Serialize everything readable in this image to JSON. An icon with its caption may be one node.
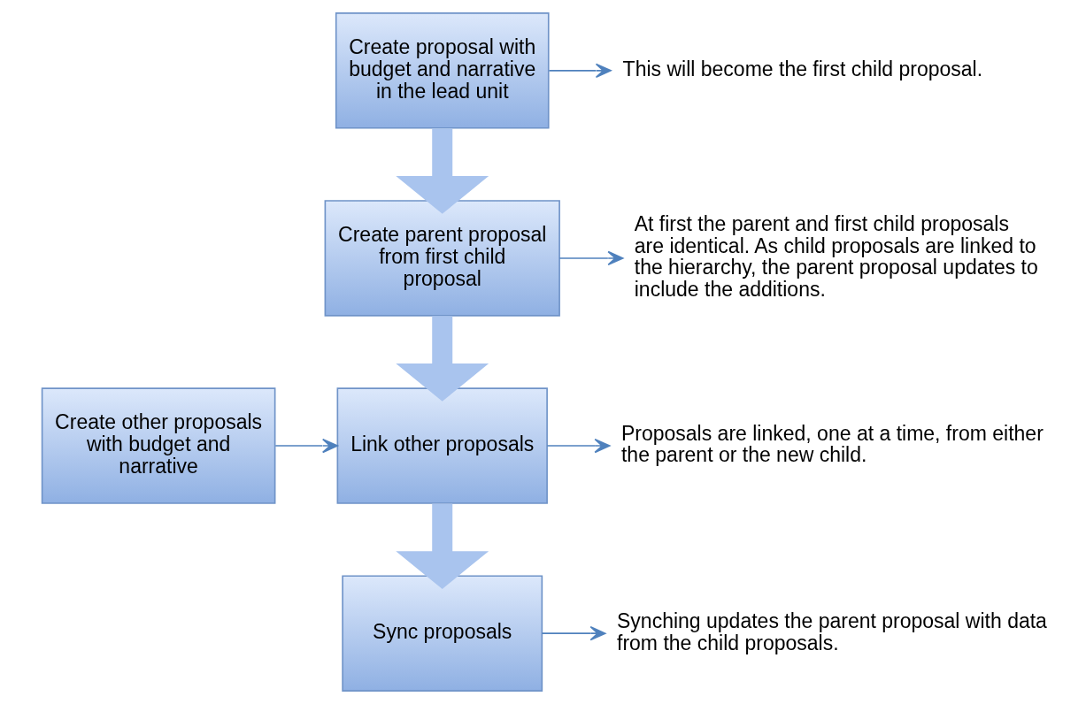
{
  "diagram": {
    "nodes": [
      {
        "text": [
          "Create proposal with budget and narrative in the lead unit"
        ]
      },
      {
        "text": [
          "This will become the first child proposal."
        ]
      },
      {
        "text": [
          "Create parent proposal from first child proposal"
        ]
      },
      {
        "text": [
          "At first the parent and first child proposals are identical. As child proposals are linked to the hierarchy, the parent proposal updates to include the additions."
        ]
      },
      {
        "text": [
          "Create other proposals with budget and narrative"
        ]
      },
      {
        "text": [
          "Link other proposals"
        ]
      },
      {
        "text": [
          "Proposals are linked, one at a time, from either the parent or the new child."
        ]
      },
      {
        "text": [
          "Sync proposals"
        ]
      },
      {
        "text": [
          "Synching updates the parent proposal with data from the child proposals."
        ]
      }
    ],
    "edges": [
      {
        "from": 0,
        "to": 1,
        "arrow": "to"
      },
      {
        "from": 0,
        "to": 2,
        "arrow": "to",
        "style": "thick",
        "color": "#a9c4ee"
      },
      {
        "from": 2,
        "to": 3,
        "arrow": "to"
      },
      {
        "from": 2,
        "to": 5,
        "arrow": "to",
        "style": "thick",
        "color": "#a9c4ee"
      },
      {
        "from": 4,
        "to": 5,
        "arrow": "to"
      },
      {
        "from": 5,
        "to": 6,
        "arrow": "to"
      },
      {
        "from": 5,
        "to": 7,
        "arrow": "to",
        "style": "thick",
        "color": "#a9c4ee"
      },
      {
        "from": 7,
        "to": 8,
        "arrow": "to"
      }
    ]
  }
}
